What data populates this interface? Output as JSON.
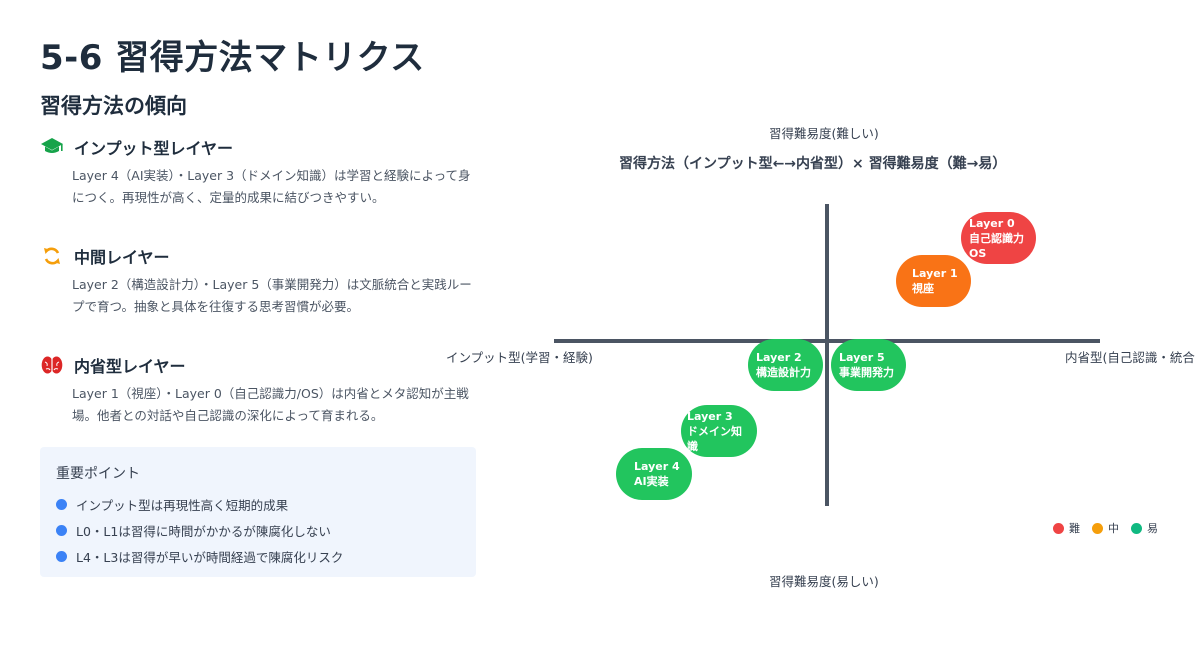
{
  "page": {
    "title": "5-6 習得方法マトリクス",
    "subtitle": "習得方法の傾向"
  },
  "layers": [
    {
      "icon": "graduation-cap-icon",
      "title": "インプット型レイヤー",
      "desc": "Layer 4（AI実装）・Layer 3（ドメイン知識）は学習と経験によって身につく。再現性が高く、定量的成果に結びつきやすい。",
      "color": "#16a34a"
    },
    {
      "icon": "sync-icon",
      "title": "中間レイヤー",
      "desc": "Layer 2（構造設計力）・Layer 5（事業開発力）は文脈統合と実践ループで育つ。抽象と具体を往復する思考習慣が必要。",
      "color": "#f59e0b"
    },
    {
      "icon": "brain-icon",
      "title": "内省型レイヤー",
      "desc": "Layer 1（視座）・Layer 0（自己認識力/OS）は内省とメタ認知が主戦場。他者との対話や自己認識の深化によって育まれる。",
      "color": "#dc2626"
    }
  ],
  "key_points": {
    "title": "重要ポイント",
    "items": [
      "インプット型は再現性高く短期的成果",
      "L0・L1は習得に時間がかかるが陳腐化しない",
      "L4・L3は習得が早いが時間経過で陳腐化リスク"
    ]
  },
  "matrix": {
    "title": "習得方法（インプット型←→内省型）× 習得難易度（難→易）",
    "y_top_label": "習得難易度(難しい)",
    "y_bottom_label": "習得難易度(易しい)",
    "x_left_label": "インプット型(学習・経験)",
    "x_right_label": "内省型(自己認識・統合"
  },
  "chart_data": {
    "type": "scatter",
    "title": "習得方法（インプット型←→内省型）× 習得難易度（難→易）",
    "xlabel_left": "インプット型(学習・経験)",
    "xlabel_right": "内省型(自己認識・統合",
    "ylabel_top": "習得難易度(難しい)",
    "ylabel_bottom": "習得難易度(易しい)",
    "points": [
      {
        "label": [
          "Layer 0",
          "自己認識力",
          "OS"
        ],
        "difficulty": "難",
        "color": "#ef4444"
      },
      {
        "label": [
          "Layer 1",
          "視座"
        ],
        "difficulty": "中",
        "color": "#f97316"
      },
      {
        "label": [
          "Layer 2",
          "構造設計力"
        ],
        "difficulty": "易",
        "color": "#22c55e"
      },
      {
        "label": [
          "Layer 5",
          "事業開発力"
        ],
        "difficulty": "易",
        "color": "#22c55e"
      },
      {
        "label": [
          "Layer 3",
          "ドメイン知識"
        ],
        "difficulty": "易",
        "color": "#22c55e"
      },
      {
        "label": [
          "Layer 4",
          "AI実装"
        ],
        "difficulty": "易",
        "color": "#22c55e"
      }
    ],
    "legend": [
      {
        "label": "難",
        "color": "#ef4444"
      },
      {
        "label": "中",
        "color": "#f59e0b"
      },
      {
        "label": "易",
        "color": "#10b981"
      }
    ],
    "legend_position": "bottom-right"
  }
}
